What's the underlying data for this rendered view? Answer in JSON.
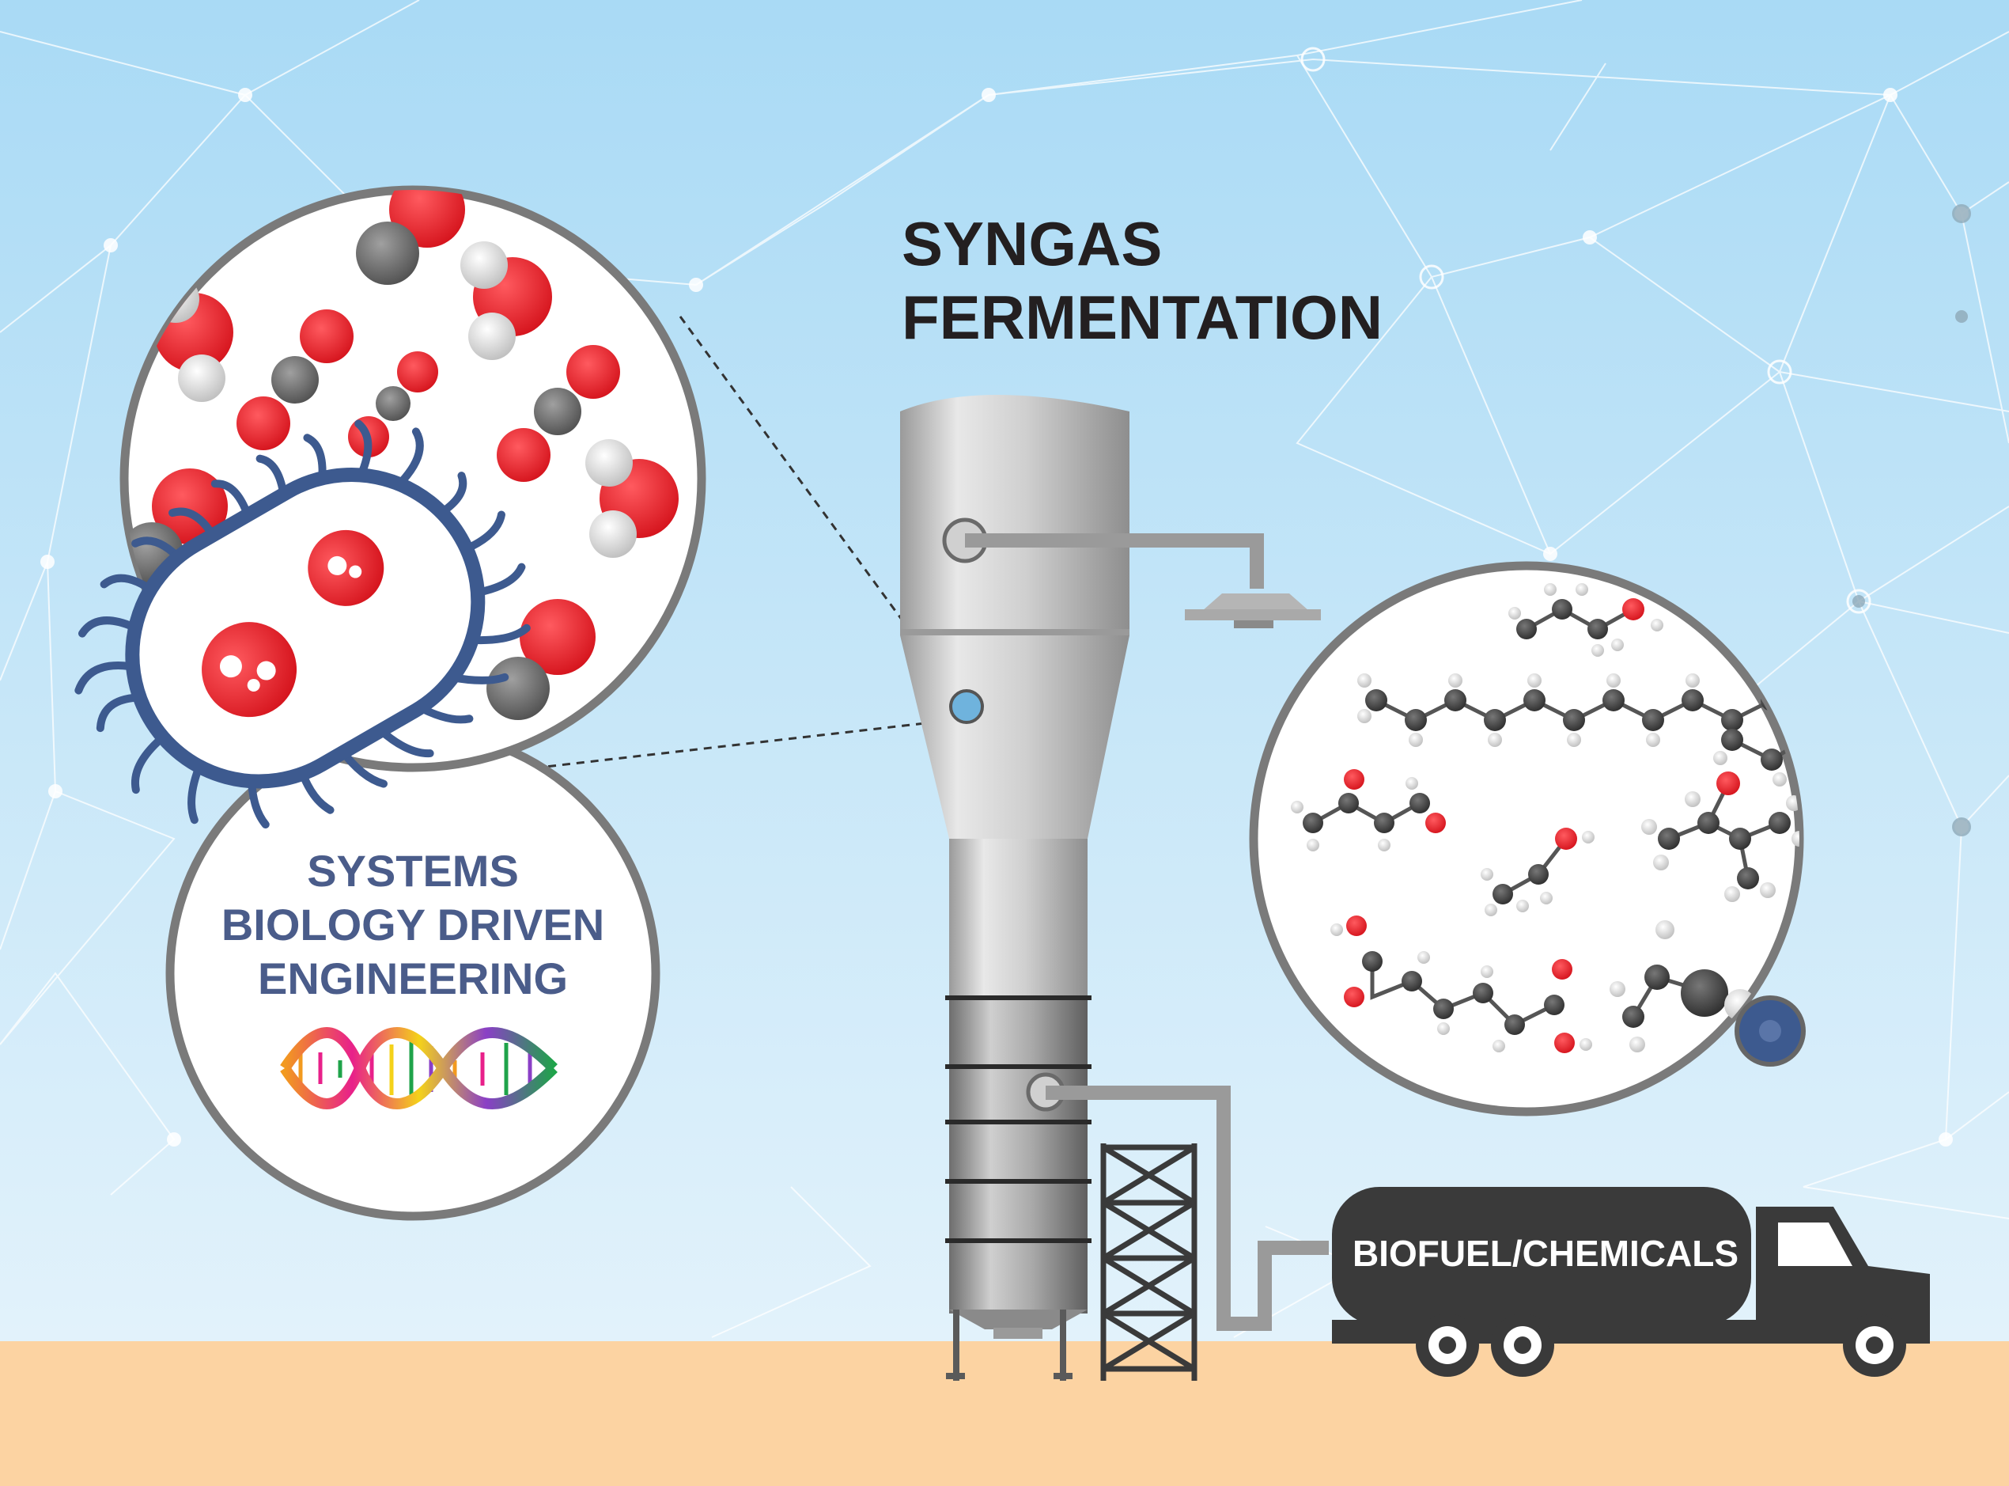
{
  "title": {
    "line1": "SYNGAS",
    "line2": "FERMENTATION"
  },
  "systems_label": {
    "line1": "SYSTEMS",
    "line2": "BIOLOGY DRIVEN",
    "line3": "ENGINEERING"
  },
  "truck_label": "BIOFUEL/CHEMICALS",
  "colors": {
    "sky_top": "#a9daf5",
    "sky_bottom": "#ddf0fb",
    "ground": "#fcd3a2",
    "network_line": "#ffffff",
    "oxygen_red": "#e8202a",
    "carbon_gray": "#737373",
    "hydrogen_light": "#d9d9d9",
    "bacterium_blue": "#3d5a8f",
    "title_dark": "#231f20",
    "systems_text": "#4a5c8a",
    "truck_dark": "#3a3a3a",
    "circle_border": "#7a7a7a",
    "reactor_silver": "#c8c8c8"
  },
  "icons": {
    "bacterium": "bacterium-icon",
    "dna": "dna-helix-icon",
    "reactor": "bioreactor-icon",
    "truck": "tanker-truck-icon",
    "sprinkler": "shower-head-icon",
    "ladder": "scaffold-ladder-icon"
  }
}
